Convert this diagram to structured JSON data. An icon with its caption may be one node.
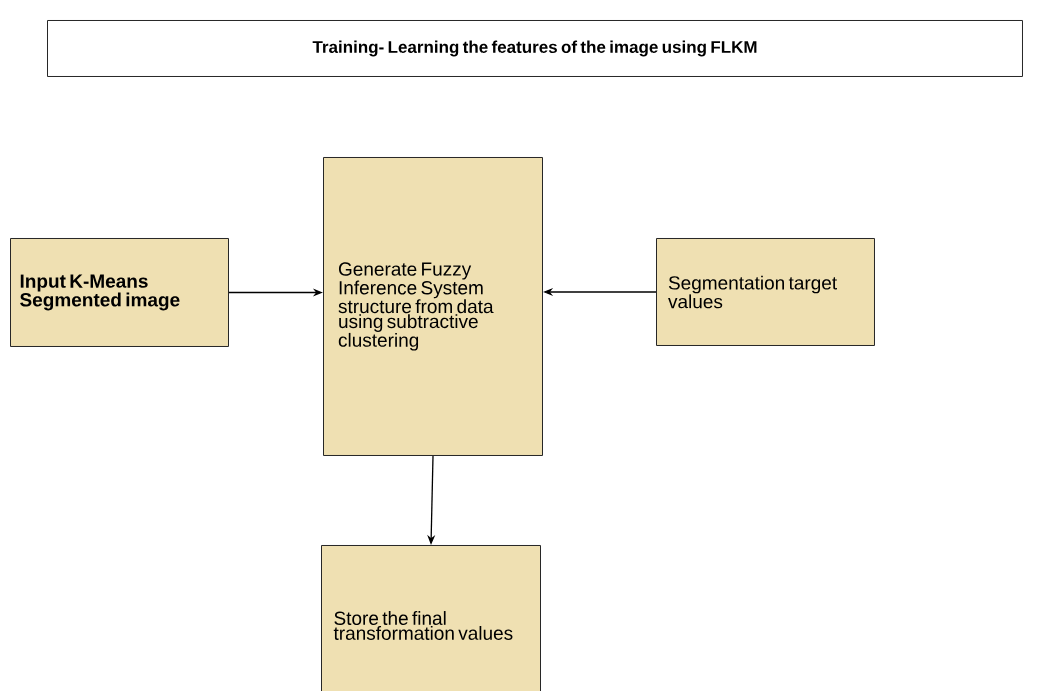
{
  "diagram": {
    "nodes": [
      {
        "text": [
          "Training- Learning the features of the image using FLKM"
        ]
      },
      {
        "text": [
          "Input K-Means Segmented image"
        ]
      },
      {
        "text": [
          "Generate Fuzzy Inference System structure from data using subtractive clustering"
        ]
      },
      {
        "text": [
          "Segmentation target values"
        ]
      },
      {
        "text": [
          "Store the final transformation values"
        ]
      }
    ],
    "edges": [
      {
        "from": 1,
        "to": 2,
        "arrow": "to"
      },
      {
        "from": 3,
        "to": 2,
        "arrow": "to"
      },
      {
        "from": 2,
        "to": 4,
        "arrow": "to"
      }
    ]
  }
}
